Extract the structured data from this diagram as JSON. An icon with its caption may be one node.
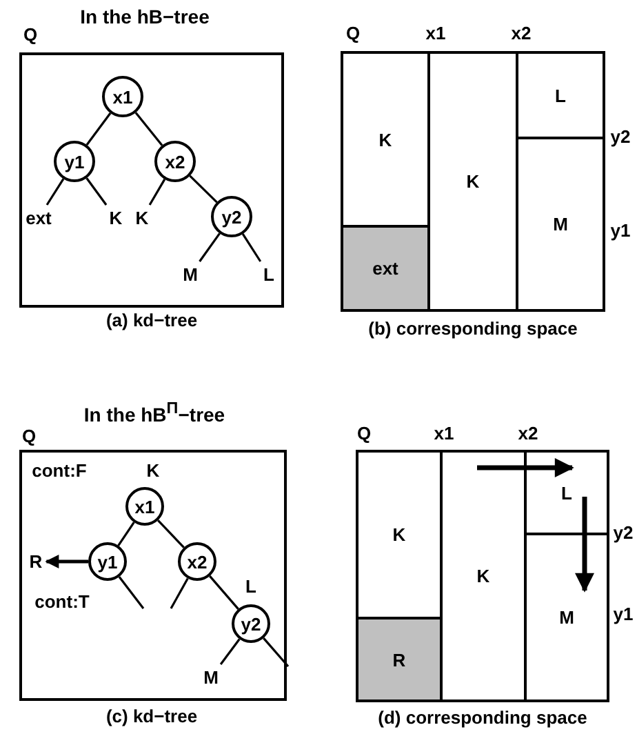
{
  "diagram": {
    "nodes": [
      {
        "text": [],
        "shape": "box"
      },
      {
        "text": [
          "x1"
        ],
        "in": 0
      },
      {
        "text": [
          "y1"
        ],
        "in": 0
      },
      {
        "text": [
          "x2"
        ],
        "in": 0
      },
      {
        "text": [
          "ext"
        ],
        "in": 0
      },
      {
        "text": [
          "K"
        ],
        "in": 0
      },
      {
        "text": [
          "K"
        ],
        "in": 0
      },
      {
        "text": [
          "y2"
        ],
        "in": 0
      },
      {
        "text": [
          "M"
        ],
        "in": 0
      },
      {
        "text": [
          "L"
        ],
        "in": 0
      },
      {
        "text": [],
        "shape": "box"
      },
      {
        "text": [
          "K"
        ],
        "in": 10
      },
      {
        "text": [
          "ext"
        ],
        "in": 10
      },
      {
        "text": [
          "K"
        ],
        "in": 10
      },
      {
        "text": [
          "L"
        ],
        "in": 10
      },
      {
        "text": [
          "M"
        ],
        "in": 10
      },
      {
        "text": [],
        "shape": "box"
      },
      {
        "text": [
          "x1"
        ],
        "in": 16
      },
      {
        "text": [
          "R"
        ],
        "in": 16
      },
      {
        "text": [
          "y1"
        ],
        "in": 16
      },
      {
        "text": [
          "x2"
        ],
        "in": 16
      },
      {
        "text": [
          "y2"
        ],
        "in": 16
      },
      {
        "text": [
          "M"
        ],
        "in": 16
      },
      {
        "text": [],
        "shape": "box"
      },
      {
        "text": [
          "K"
        ],
        "in": 23
      },
      {
        "text": [
          "R"
        ],
        "in": 23
      },
      {
        "text": [
          "K"
        ],
        "in": 23
      },
      {
        "text": [
          "L"
        ],
        "in": 23
      },
      {
        "text": [
          "M"
        ],
        "in": 23
      }
    ],
    "edges": [
      {
        "from": 1,
        "to": 2,
        "arrow": "none"
      },
      {
        "from": 1,
        "to": 3,
        "arrow": "none"
      },
      {
        "from": 2,
        "to": 4,
        "arrow": "none"
      },
      {
        "from": 2,
        "to": 5,
        "arrow": "none"
      },
      {
        "from": 3,
        "to": 6,
        "arrow": "none"
      },
      {
        "from": 3,
        "to": 7,
        "arrow": "none"
      },
      {
        "from": 7,
        "to": 8,
        "arrow": "none"
      },
      {
        "from": 7,
        "to": 9,
        "arrow": "none"
      },
      {
        "from": 17,
        "to": 19,
        "arrow": "none"
      },
      {
        "from": 17,
        "to": 20,
        "arrow": "none"
      },
      {
        "from": 19,
        "to": 18,
        "arrow": "to"
      },
      {
        "from": 19,
        "to": null,
        "arrow": "none"
      },
      {
        "from": 20,
        "to": null,
        "arrow": "none"
      },
      {
        "from": 20,
        "to": 21,
        "arrow": "none"
      },
      {
        "from": 21,
        "to": 22,
        "arrow": "none"
      },
      {
        "from": 21,
        "to": null,
        "arrow": "none"
      },
      {
        "from": 26,
        "to": 27,
        "arrow": "to",
        "style": "thick"
      },
      {
        "from": 27,
        "to": 28,
        "arrow": "to",
        "style": "thick"
      }
    ],
    "labels": [
      "In the hB−tree",
      "Q",
      "Q",
      "x1",
      "x2",
      "y2",
      "y1",
      "(a) kd−tree",
      "(b) corresponding space",
      "In the hB$^{Π}$−tree",
      "Q",
      "cont:F",
      "K",
      "cont:T",
      "L",
      "Q",
      "x1",
      "x2",
      "y2",
      "y1",
      "(c) kd−tree",
      "(d) corresponding space"
    ]
  }
}
